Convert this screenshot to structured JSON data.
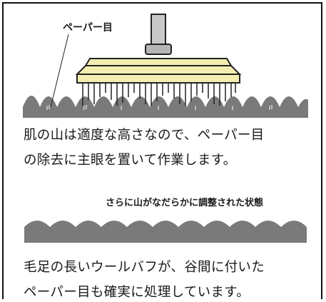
{
  "upper": {
    "callout": "ペーパー目",
    "line1": "肌の山は適度な高さなので、ペーパー目",
    "line2": "の除去に主眼を置いて作業します。"
  },
  "lower": {
    "caption": "さらに山がなだらかに調整された状態",
    "line1": "毛足の長いウールバフが、谷間に付いた",
    "line2": "ペーパー目も確実に処理しています。"
  },
  "colors": {
    "surface": "#7a7a7a",
    "buff_pad": "#f3eeb0",
    "buff_outline": "#222222",
    "shaft": "#c8c8c8"
  }
}
